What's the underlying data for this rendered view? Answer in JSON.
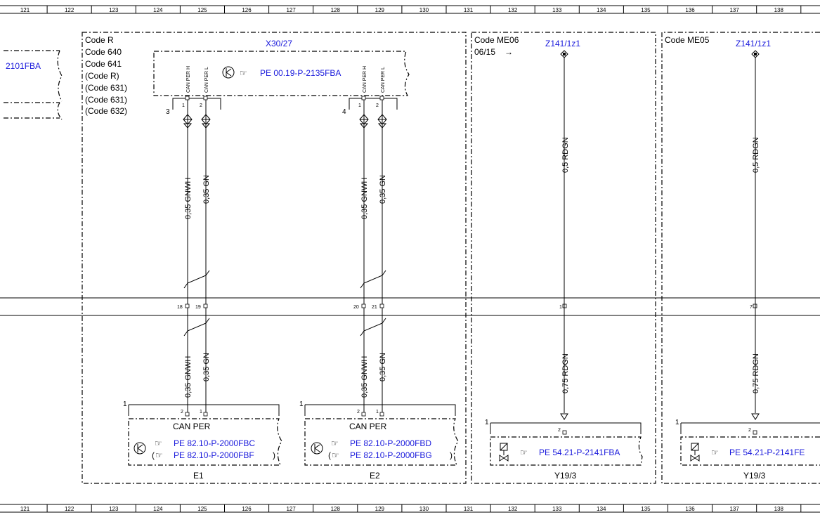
{
  "ruler": [
    "121",
    "122",
    "123",
    "124",
    "125",
    "126",
    "127",
    "128",
    "129",
    "130",
    "131",
    "132",
    "133",
    "134",
    "135",
    "136",
    "137",
    "138"
  ],
  "left_ref": "2101FBA",
  "code_r": {
    "lines": [
      "Code R",
      "Code 640",
      "Code 641",
      "(Code R)",
      "(Code 631)",
      "(Code 631)",
      "(Code 632)"
    ]
  },
  "x30": {
    "title": "X30/27",
    "pe_ref": "PE 00.19-P-2135FBA",
    "pin_labels": [
      "CAN PER H",
      "CAN PER L"
    ],
    "group_a": "3",
    "group_b": "4",
    "pins": [
      "1",
      "2"
    ]
  },
  "wires": {
    "gnwh": "0,35 GNWH",
    "gn": "0,35 GN",
    "rdgn_top": "0,5 RDGN",
    "rdgn_bot": "0,75 RDGN"
  },
  "connector_pins": [
    "18",
    "19",
    "20",
    "21",
    "1",
    "7"
  ],
  "e1": {
    "label": "E1",
    "sub": "CAN PER",
    "ref1": "PE 82.10-P-2000FBC",
    "ref2": "PE 82.10-P-2000FBF",
    "pin1": "1",
    "pins": [
      "2",
      "1"
    ]
  },
  "e2": {
    "label": "E2",
    "sub": "CAN PER",
    "ref1": "PE 82.10-P-2000FBD",
    "ref2": "PE 82.10-P-2000FBG",
    "pin1": "1",
    "pins": [
      "2",
      "1"
    ]
  },
  "me06": {
    "code": "Code ME06",
    "date": "06/15",
    "arrow": "→",
    "z": "Z141/1z1",
    "y_label": "Y19/3",
    "ref": "PE 54.21-P-2141FBA",
    "pin1": "1",
    "pin2": "2"
  },
  "me05": {
    "code": "Code ME05",
    "z": "Z141/1z1",
    "y_label": "Y19/3",
    "ref": "PE 54.21-P-2141FE",
    "pin1": "1",
    "pin2": "2"
  },
  "glyphs": {
    "pointer": "☞",
    "paren_open": "(",
    "paren_close": ")"
  }
}
